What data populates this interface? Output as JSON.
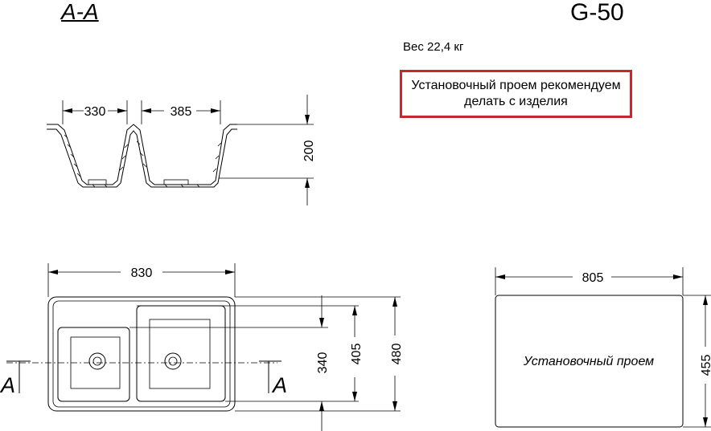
{
  "header": {
    "section_label": "A-A",
    "model": "G-50"
  },
  "info": {
    "weight": "Вес 22,4 кг",
    "note": "Установочный проем рекомендуем делать с изделия"
  },
  "section_view": {
    "dims": {
      "left_bowl": "330",
      "right_bowl": "385",
      "depth": "200"
    }
  },
  "plan_view": {
    "dims": {
      "length": "830",
      "inner_right": "340",
      "right_bowl": "405",
      "width": "480"
    },
    "section_markers": {
      "left": "A",
      "right": "A"
    }
  },
  "cutout_view": {
    "dims": {
      "length": "805",
      "width": "455"
    },
    "label": "Установочный проем"
  }
}
